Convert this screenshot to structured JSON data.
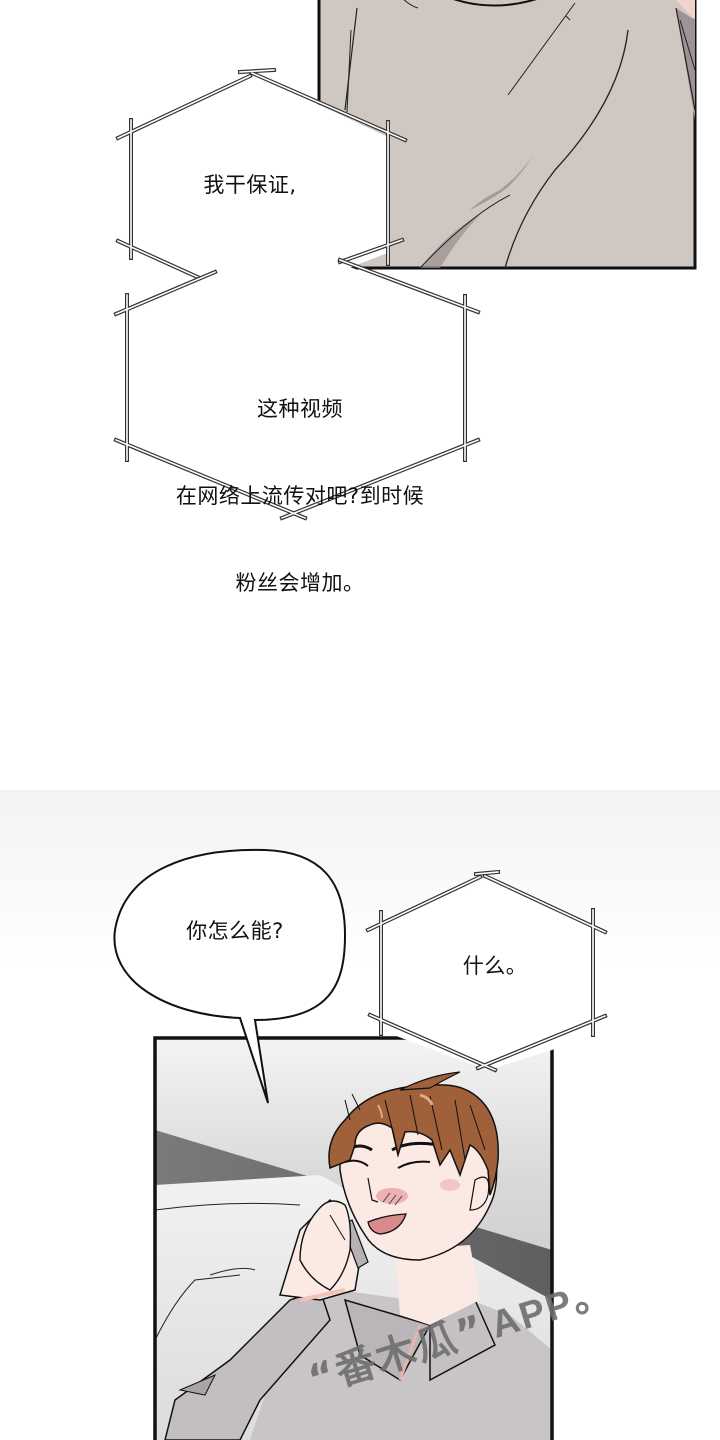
{
  "comic": {
    "top_panel": {
      "description": "close-up of grey shirt torso",
      "fill_color": "#cfc8c2",
      "border_color": "#111111"
    },
    "bubbles": [
      {
        "id": "bubble-1",
        "shape": "hexagon-outline",
        "text": "我干保证,"
      },
      {
        "id": "bubble-2",
        "shape": "hexagon-outline",
        "lines": [
          "这种视频",
          "在网络上流传对吧?到时候",
          "粉丝会增加。"
        ]
      },
      {
        "id": "bubble-3",
        "shape": "speech-oval",
        "text": "你怎么能?"
      },
      {
        "id": "bubble-4",
        "shape": "hexagon-outline",
        "text": "什么。"
      }
    ],
    "bottom_panel": {
      "description": "brown-haired man on phone, eyes closed, blushing",
      "hair_color": "#a0603a",
      "skin_color": "#fbe9e4",
      "blush_color": "#e9a3a3",
      "shirt_color": "#c9c5c7",
      "bg_dark": "#6d6d6d",
      "border_color": "#111111"
    },
    "watermark": {
      "quote_open": "“",
      "name": "番木瓜",
      "quote_close": "”",
      "suffix": "APP。"
    }
  }
}
